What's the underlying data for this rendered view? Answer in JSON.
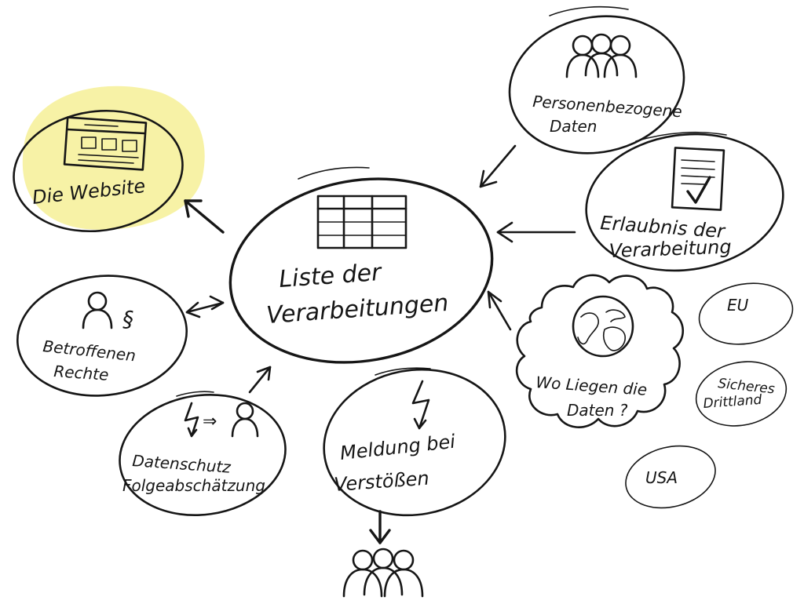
{
  "colors": {
    "ink": "#161616",
    "highlight": "#f7f2a6"
  },
  "nodes": {
    "center": {
      "line1": "Liste der",
      "line2": "Verarbeitungen"
    },
    "website": {
      "label": "Die Website"
    },
    "personal_data": {
      "line1": "Personenbezogene",
      "line2": "Daten"
    },
    "permission": {
      "line1": "Erlaubnis der",
      "line2": "Verarbeitung"
    },
    "rights": {
      "line1": "Betroffenen",
      "line2": "Rechte",
      "paragraph_symbol": "§"
    },
    "impact": {
      "line1": "Datenschutz",
      "line2": "Folgeabschätzung",
      "arrow_glyph": "⇒"
    },
    "breach": {
      "line1": "Meldung bei",
      "line2": "Verstößen"
    },
    "location": {
      "line1": "Wo Liegen die",
      "line2": "Daten ?"
    },
    "eu": {
      "label": "EU"
    },
    "third_country": {
      "line1": "Sicheres",
      "line2": "Drittland"
    },
    "usa": {
      "label": "USA"
    }
  },
  "icons": {
    "website": "browser-window-icon",
    "center": "table-grid-icon",
    "personal_data": "people-group-icon",
    "permission": "document-check-icon",
    "rights": "person-icon",
    "impact": "lightning-person-icon",
    "breach": "lightning-icon",
    "location": "globe-icon",
    "bottom": "people-group-icon"
  }
}
